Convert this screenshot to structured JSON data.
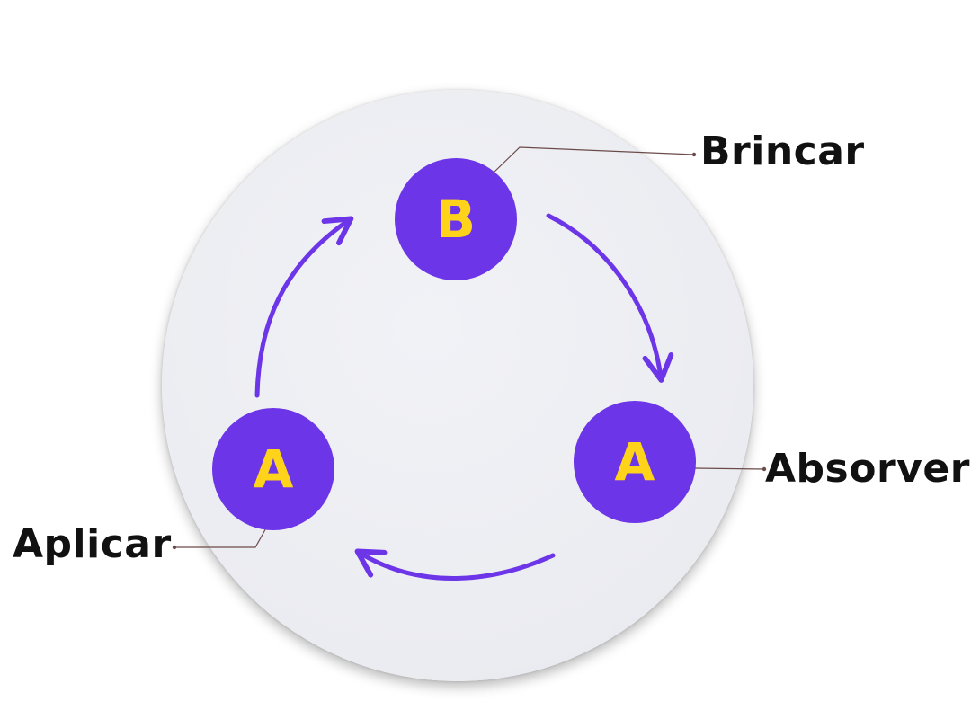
{
  "diagram": {
    "nodes": [
      {
        "id": "brincar",
        "letter": "B",
        "label": "Brincar"
      },
      {
        "id": "absorver",
        "letter": "A",
        "label": "Absorver"
      },
      {
        "id": "aplicar",
        "letter": "A",
        "label": "Aplicar"
      }
    ],
    "cycle": [
      "brincar",
      "absorver",
      "aplicar"
    ],
    "colors": {
      "node_fill": "#6d35e8",
      "node_letter": "#ffd31a",
      "arrow": "#6d35e8",
      "leader_line": "#6b4a4a",
      "label_text": "#111111",
      "backdrop": "#ebecf1"
    }
  }
}
